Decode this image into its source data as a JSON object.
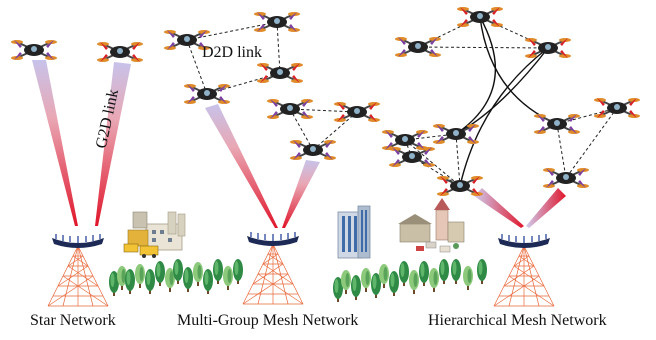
{
  "captions": {
    "star": "Star Network",
    "multi_group": "Multi-Group Mesh Network",
    "hierarchical": "Hierarchical Mesh Network"
  },
  "labels": {
    "d2d_link": "D2D link",
    "g2d_link": "G2D link"
  },
  "colors": {
    "beam_red": "#e0162b",
    "beam_lavender": "#c9c4ea",
    "tower": "#e8673a",
    "antenna_blue": "#3a53a4",
    "tree_green": "#2f8a46",
    "drone_purple": "#7b3fa0",
    "drone_red": "#d61f26",
    "drone_arm": "#e08b2a"
  },
  "icons": [
    "drone-icon",
    "ground-antenna-icon",
    "cell-tower-icon",
    "tree-icon",
    "factory-icon",
    "building-icon",
    "village-icon"
  ]
}
